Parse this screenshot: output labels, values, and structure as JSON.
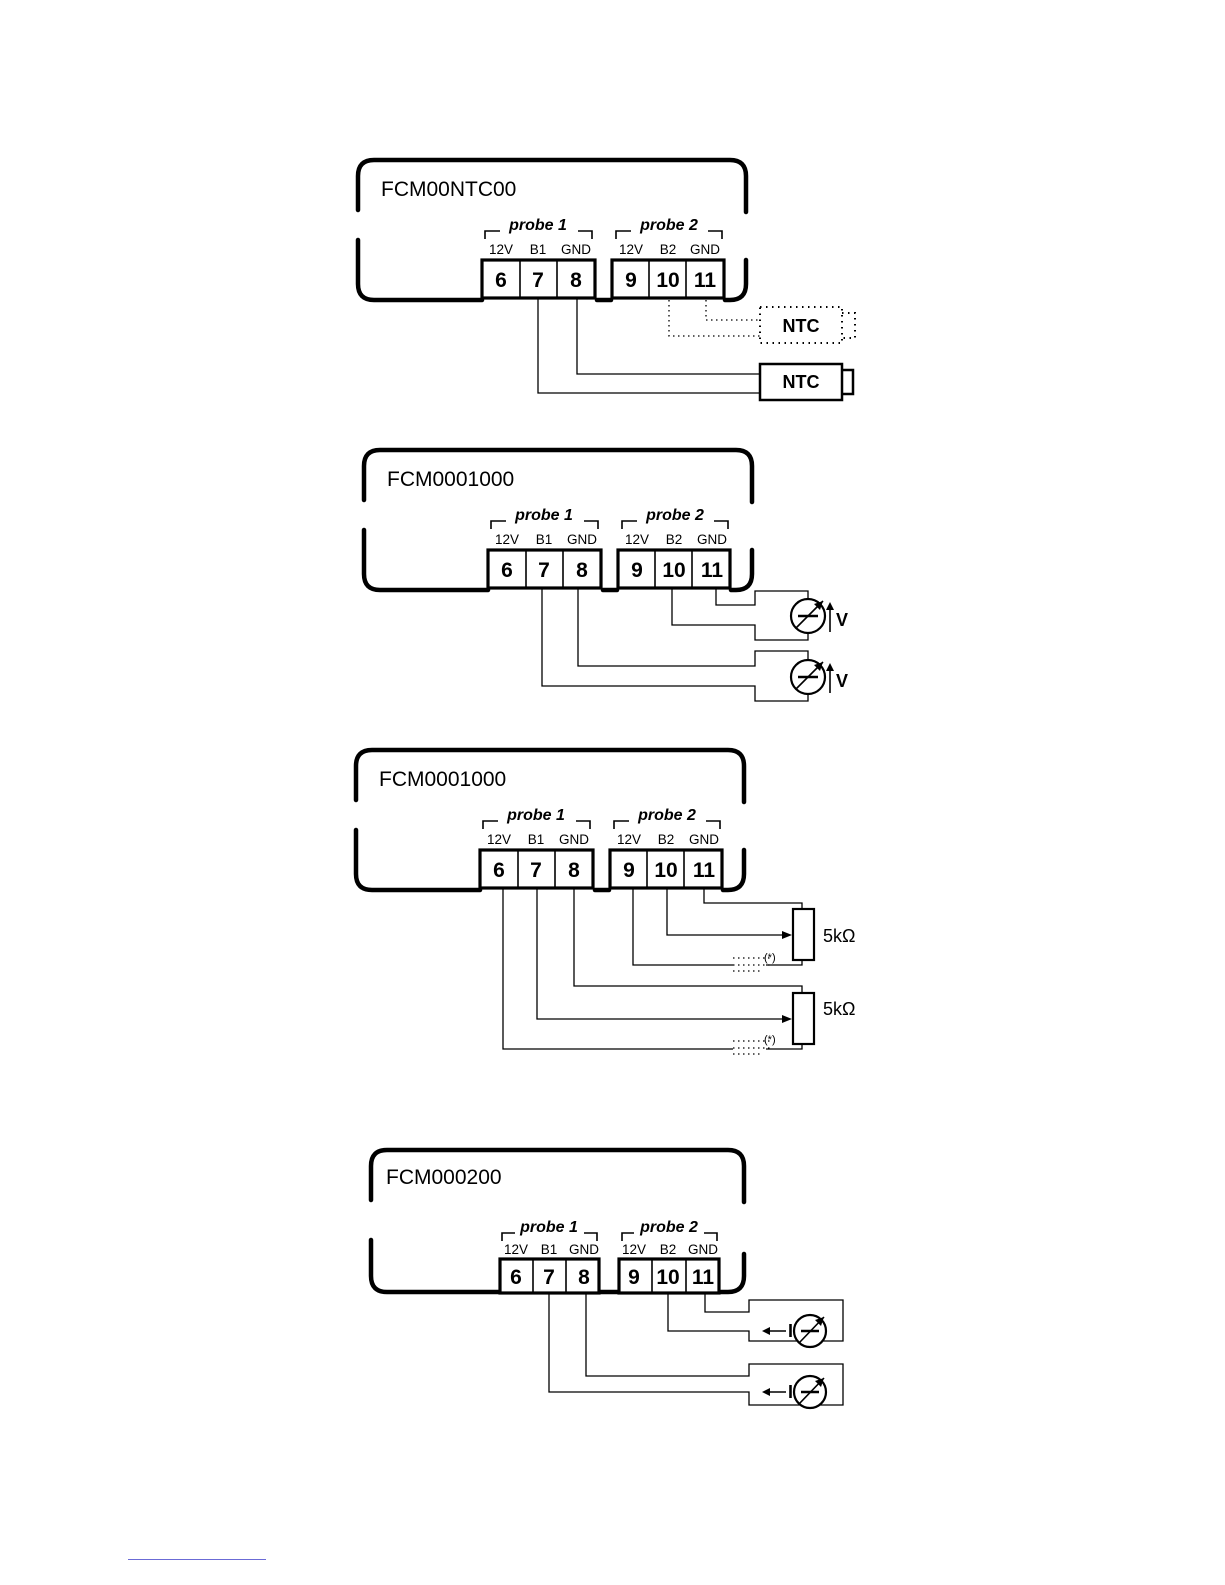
{
  "diagrams": [
    {
      "model": "FCM00NTC00",
      "probe_groups": [
        "probe 1",
        "probe 2"
      ],
      "pin_labels": [
        "12V",
        "B1",
        "GND",
        "12V",
        "B2",
        "GND"
      ],
      "terminals": [
        "6",
        "7",
        "8",
        "9",
        "10",
        "11"
      ],
      "sensors": {
        "solid": "NTC",
        "dotted": "NTC"
      }
    },
    {
      "model": "FCM0001000",
      "probe_groups": [
        "probe 1",
        "probe 2"
      ],
      "pin_labels": [
        "12V",
        "B1",
        "GND",
        "12V",
        "B2",
        "GND"
      ],
      "terminals": [
        "6",
        "7",
        "8",
        "9",
        "10",
        "11"
      ],
      "sensors": {
        "label": "V"
      }
    },
    {
      "model": "FCM0001000",
      "probe_groups": [
        "probe 1",
        "probe 2"
      ],
      "pin_labels": [
        "12V",
        "B1",
        "GND",
        "12V",
        "B2",
        "GND"
      ],
      "terminals": [
        "6",
        "7",
        "8",
        "9",
        "10",
        "11"
      ],
      "sensors": {
        "resistance": "5kΩ",
        "note": "(*)"
      }
    },
    {
      "model": "FCM000200",
      "probe_groups": [
        "probe 1",
        "probe 2"
      ],
      "pin_labels": [
        "12V",
        "B1",
        "GND",
        "12V",
        "B2",
        "GND"
      ],
      "terminals": [
        "6",
        "7",
        "8",
        "9",
        "10",
        "11"
      ],
      "sensors": {
        "label": "I"
      }
    }
  ]
}
